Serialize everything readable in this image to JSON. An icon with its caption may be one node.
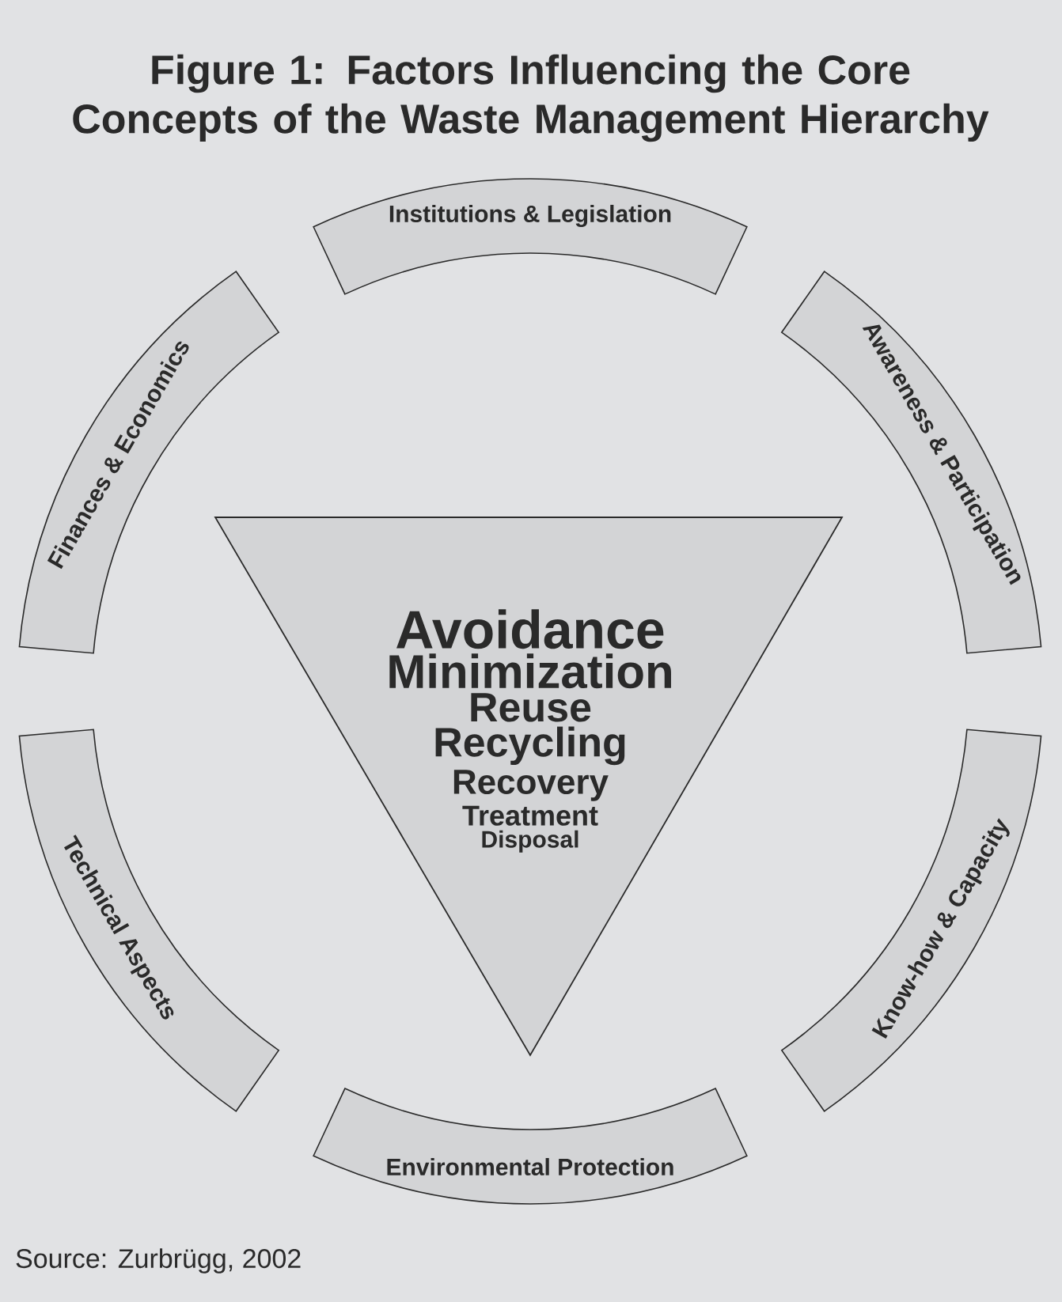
{
  "diagram": {
    "title": "Figure 1: Factors Influencing the Core Concepts of the Waste Management Hierarchy",
    "nodes": [
      {
        "text": [
          "Institutions & Legislation"
        ]
      },
      {
        "text": [
          "Awareness & Participation"
        ]
      },
      {
        "text": [
          "Know-how & Capacity"
        ]
      },
      {
        "text": [
          "Environmental Protection"
        ]
      },
      {
        "text": [
          "Technical Aspects"
        ]
      },
      {
        "text": [
          "Finances & Economics"
        ]
      },
      {
        "text": [
          "Avoidance",
          "Minimization",
          "Reuse",
          "Recycling",
          "Recovery",
          "Treatment",
          "Disposal"
        ]
      }
    ],
    "labels": [
      "Source: Zurbrügg, 2002"
    ]
  }
}
